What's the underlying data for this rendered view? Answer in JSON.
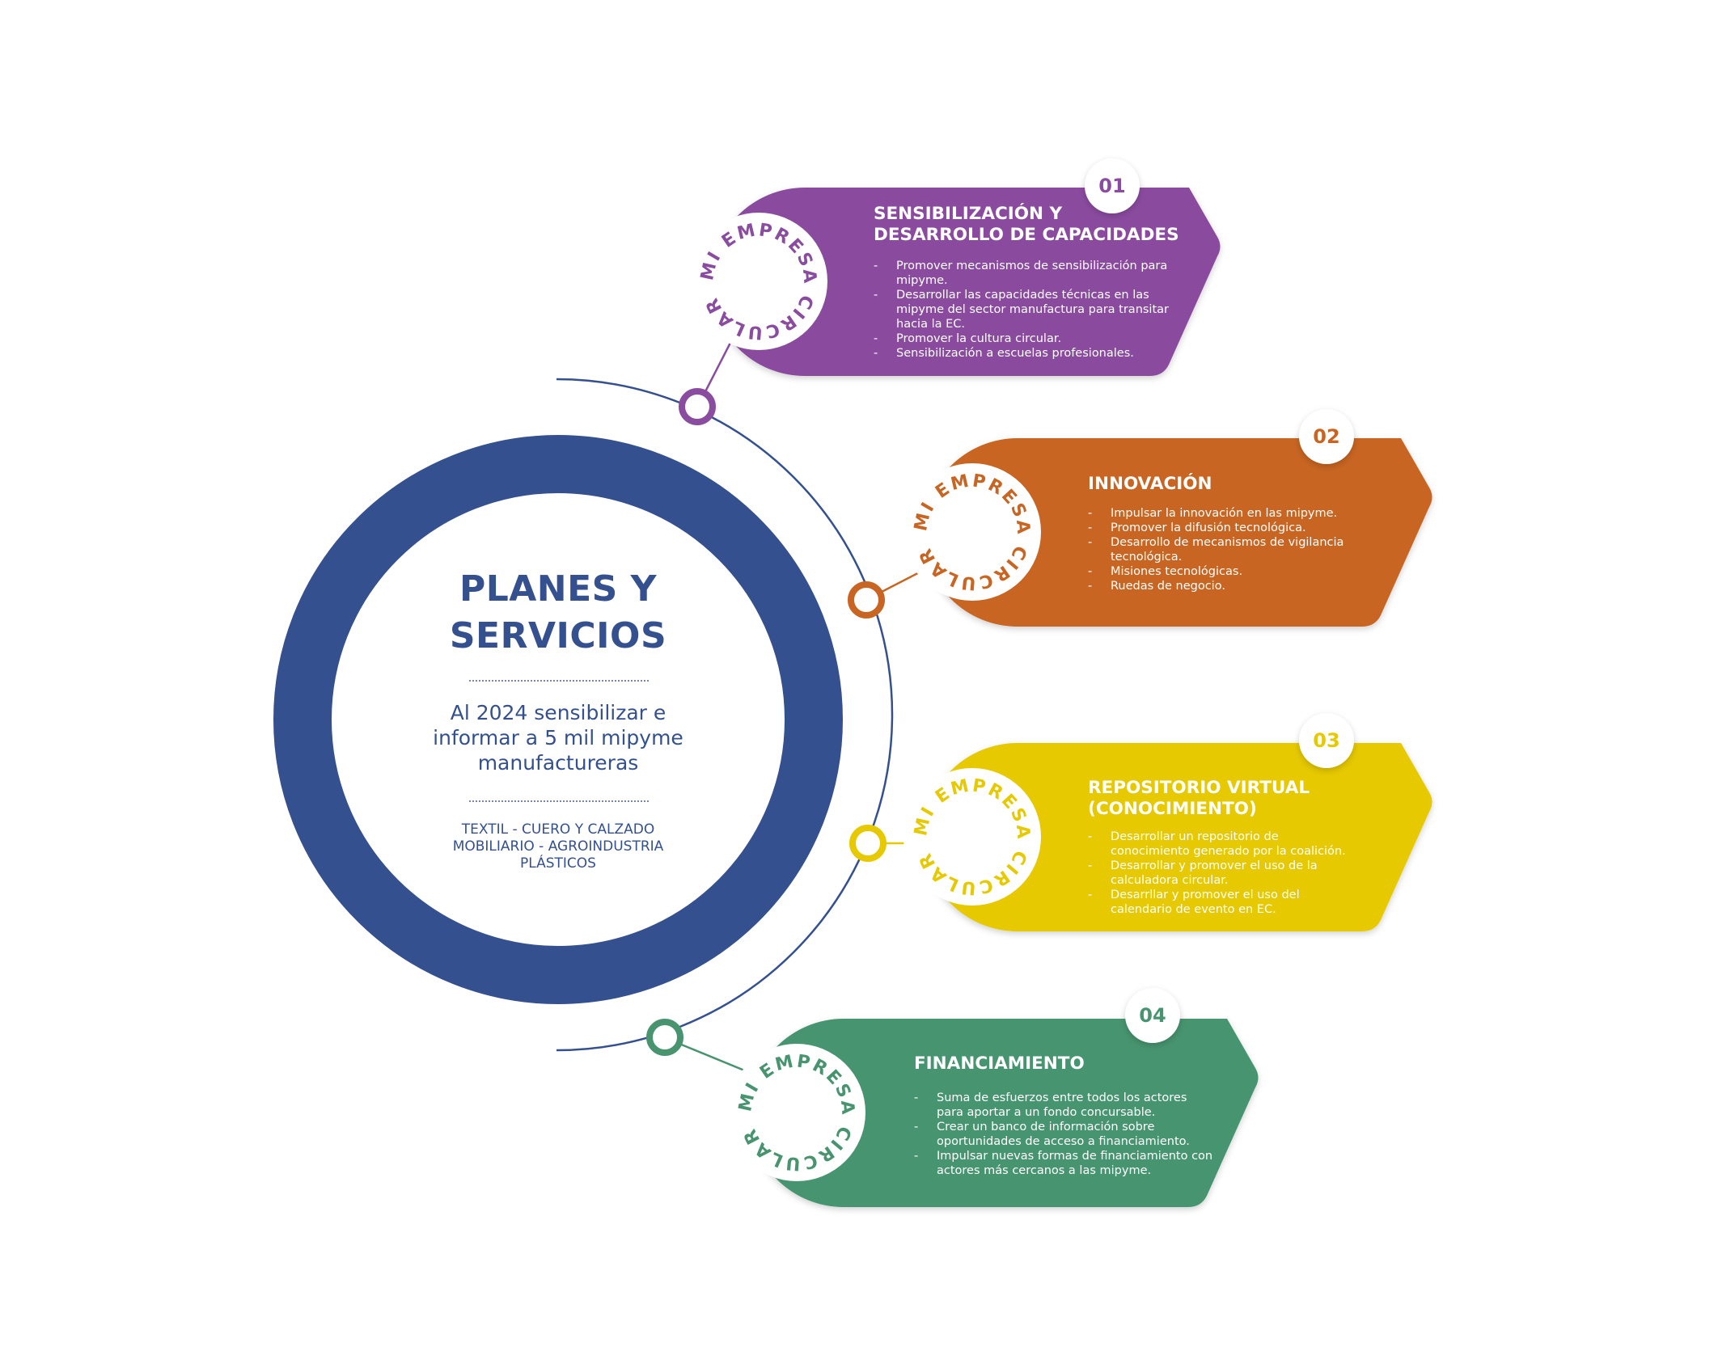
{
  "hub": {
    "title_line1": "PLANES Y",
    "title_line2": "SERVICIOS",
    "goal_line1": "Al 2024 sensibilizar e",
    "goal_line2": "informar a 5 mil mipyme",
    "goal_line3": "manufactureras",
    "sectors_line1": "TEXTIL - CUERO Y CALZADO",
    "sectors_line2": "MOBILIARIO - AGROINDUSTRIA",
    "sectors_line3": "PLÁSTICOS",
    "color": "#34508f"
  },
  "badge_text": "MI EMPRESA CIRCULAR",
  "cards": [
    {
      "number": "01",
      "title_line1": "SENSIBILIZACIÓN Y",
      "title_line2": "DESARROLLO DE CAPACIDADES",
      "color": "#8a4c9f",
      "items": [
        {
          "dash": "-",
          "lines": [
            "Promover mecanismos de sensibilización para",
            "mipyme."
          ]
        },
        {
          "dash": "-",
          "lines": [
            "Desarrollar las capacidades técnicas en las",
            "mipyme del sector manufactura para transitar",
            "hacia la EC."
          ]
        },
        {
          "dash": "-",
          "lines": [
            "Promover la cultura circular."
          ]
        },
        {
          "dash": "-",
          "lines": [
            "Sensibilización a escuelas profesionales."
          ]
        }
      ]
    },
    {
      "number": "02",
      "title_line1": "INNOVACIÓN",
      "title_line2": "",
      "color": "#c86522",
      "items": [
        {
          "dash": "-",
          "lines": [
            "Impulsar la innovación en las mipyme."
          ]
        },
        {
          "dash": "-",
          "lines": [
            "Promover la difusión tecnológica."
          ]
        },
        {
          "dash": "-",
          "lines": [
            "Desarrollo de mecanismos de vigilancia",
            "tecnológica."
          ]
        },
        {
          "dash": "-",
          "lines": [
            "Misiones tecnológicas."
          ]
        },
        {
          "dash": "-",
          "lines": [
            "Ruedas de negocio."
          ]
        }
      ]
    },
    {
      "number": "03",
      "title_line1": "REPOSITORIO VIRTUAL",
      "title_line2": "(CONOCIMIENTO)",
      "color": "#e6c900",
      "items": [
        {
          "dash": "-",
          "lines": [
            "Desarrollar un repositorio de",
            "conocimiento generado por la coalición."
          ]
        },
        {
          "dash": "-",
          "lines": [
            "Desarrollar y promover el uso de la",
            "calculadora circular."
          ]
        },
        {
          "dash": "-",
          "lines": [
            "Desarrllar y promover el uso del",
            "calendario de evento en EC."
          ]
        }
      ]
    },
    {
      "number": "04",
      "title_line1": "FINANCIAMIENTO",
      "title_line2": "",
      "color": "#47946f",
      "items": [
        {
          "dash": "-",
          "lines": [
            "Suma de esfuerzos entre todos los actores",
            "para aportar a un fondo concursable."
          ]
        },
        {
          "dash": "-",
          "lines": [
            "Crear un banco de información sobre",
            "oportunidades de acceso a financiamiento."
          ]
        },
        {
          "dash": "-",
          "lines": [
            "Impulsar nuevas formas de financiamiento con",
            "actores más cercanos a las mipyme."
          ]
        }
      ]
    }
  ]
}
